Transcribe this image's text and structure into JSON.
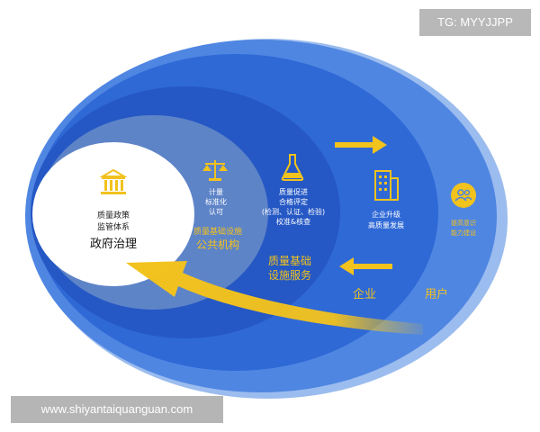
{
  "watermarks": {
    "tg": "TG: MYYJJPP",
    "site": "www.shiyantaiquanguan.com"
  },
  "layers": {
    "government": {
      "small_lines": [
        "质量政策",
        "监管体系"
      ],
      "title": "政府治理",
      "icon": "building-icon"
    },
    "public_institution": {
      "small_lines": [
        "计量",
        "标准化",
        "认可"
      ],
      "title_small": "质量基础设施",
      "title": "公共机构",
      "icon": "scales-icon"
    },
    "infrastructure_service": {
      "small_lines": [
        "质量促进",
        "合格评定",
        "(检测、认证、检验)",
        "校准&核查"
      ],
      "title_lines": [
        "质量基础",
        "设施服务"
      ],
      "icon": "flask-icon"
    },
    "enterprise": {
      "small_lines": [
        "企业升级",
        "高质量发展"
      ],
      "title": "企业",
      "icon": "office-building-icon"
    },
    "user": {
      "small_lines": [
        "提高意识",
        "能力建设"
      ],
      "title": "用户",
      "icon": "users-icon"
    }
  },
  "colors": {
    "outer_ring": "#6f9be3",
    "user_layer": "#4a82e3",
    "enterprise_layer": "#2e68d8",
    "service_layer": "#2256c2",
    "institution_layer": "#5d84c9",
    "government_core": "#ffffff",
    "accent_yellow": "#f2c21d",
    "text_light": "#ffffff",
    "text_dark": "#222222"
  }
}
